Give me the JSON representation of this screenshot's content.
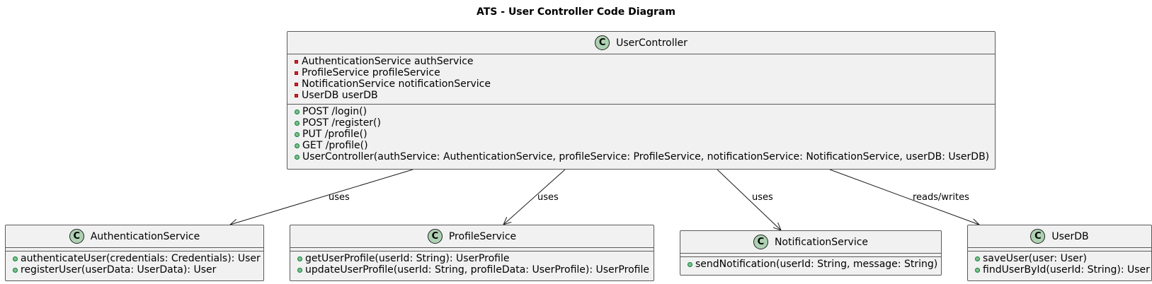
{
  "diagram": {
    "title": "ATS - User Controller Code Diagram",
    "badge_letter": "C",
    "classes": {
      "user_controller": {
        "name": "UserController",
        "attributes": [
          "AuthenticationService authService",
          "ProfileService profileService",
          "NotificationService notificationService",
          "UserDB userDB"
        ],
        "methods": [
          "POST /login()",
          "POST /register()",
          "PUT /profile()",
          "GET /profile()",
          "UserController(authService: AuthenticationService, profileService: ProfileService, notificationService: NotificationService, userDB: UserDB)"
        ]
      },
      "authentication_service": {
        "name": "AuthenticationService",
        "methods": [
          "authenticateUser(credentials: Credentials): User",
          "registerUser(userData: UserData): User"
        ]
      },
      "profile_service": {
        "name": "ProfileService",
        "methods": [
          "getUserProfile(userId: String): UserProfile",
          "updateUserProfile(userId: String, profileData: UserProfile): UserProfile"
        ]
      },
      "notification_service": {
        "name": "NotificationService",
        "methods": [
          "sendNotification(userId: String, message: String)"
        ]
      },
      "user_db": {
        "name": "UserDB",
        "methods": [
          "saveUser(user: User)",
          "findUserById(userId: String): User"
        ]
      }
    },
    "relations": [
      {
        "from": "UserController",
        "to": "AuthenticationService",
        "label": "uses"
      },
      {
        "from": "UserController",
        "to": "ProfileService",
        "label": "uses"
      },
      {
        "from": "UserController",
        "to": "NotificationService",
        "label": "uses"
      },
      {
        "from": "UserController",
        "to": "UserDB",
        "label": "reads/writes"
      }
    ],
    "colors": {
      "class_fill": "#f1f1f1",
      "badge_fill": "#add1b2",
      "private_marker": "#c82930",
      "public_marker": "#84be84"
    }
  }
}
